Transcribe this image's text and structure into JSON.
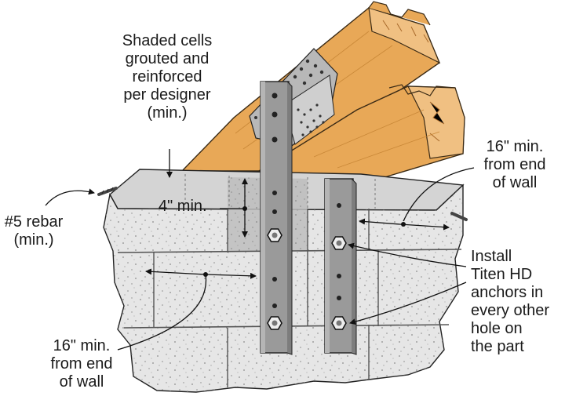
{
  "labels": {
    "shaded_cells": [
      "Shaded cells",
      "grouted and",
      "reinforced",
      "per designer",
      "(min.)"
    ],
    "four_min": "4\" min.",
    "rebar": [
      "#5 rebar",
      "(min.)"
    ],
    "top_right_distance": [
      "16\" min.",
      "from end",
      "of wall"
    ],
    "install_anchors": [
      "Install",
      "Titen HD",
      "anchors in",
      "every other",
      "hole on",
      "the part"
    ],
    "bottom_left_distance": [
      "16\" min.",
      "from end",
      "of wall"
    ]
  },
  "colors": {
    "lumber": "#e8a857",
    "lumber_shadow": "#c98838",
    "lumber_end_grain": "#f0c082",
    "block_face": "#e6e6e6",
    "block_top": "#d4d4d4",
    "grouted_cell": "#bdbdbd",
    "strap": "#9a9a9a",
    "strap_edge": "#333333",
    "leader_line": "#111111"
  },
  "icons": [
    "hex-bolt-icon",
    "rebar-icon",
    "framing-angle-icon"
  ]
}
